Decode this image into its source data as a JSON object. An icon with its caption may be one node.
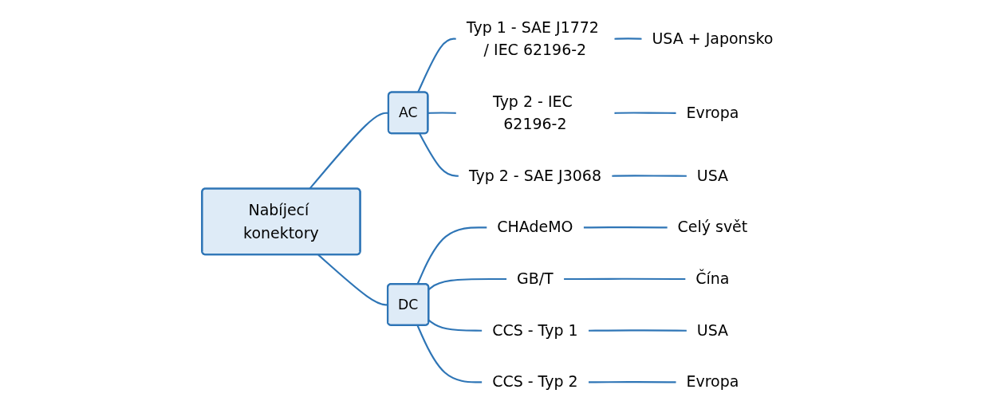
{
  "diagram": {
    "nodes": [
      {
        "text": [
          "Nabíjecí konektory"
        ]
      },
      {
        "text": [
          "AC"
        ]
      },
      {
        "text": [
          "Typ 1 - SAE J1772 / IEC 62196-2"
        ]
      },
      {
        "text": [
          "USA + Japonsko"
        ]
      },
      {
        "text": [
          "Typ 2 - IEC 62196-2"
        ]
      },
      {
        "text": [
          "Evropa"
        ]
      },
      {
        "text": [
          "Typ 2 - SAE J3068"
        ]
      },
      {
        "text": [
          "USA"
        ]
      },
      {
        "text": [
          "DC"
        ]
      },
      {
        "text": [
          "CHAdeMO"
        ]
      },
      {
        "text": [
          "Celý svět"
        ]
      },
      {
        "text": [
          "GB/T"
        ]
      },
      {
        "text": [
          "Čína"
        ]
      },
      {
        "text": [
          "CCS - Typ 1"
        ]
      },
      {
        "text": [
          "USA"
        ]
      },
      {
        "text": [
          "CCS - Typ 2"
        ]
      },
      {
        "text": [
          "Evropa"
        ]
      }
    ],
    "edges": [
      {
        "from": 0,
        "to": 1,
        "arrow": "none"
      },
      {
        "from": 1,
        "to": 2,
        "arrow": "none"
      },
      {
        "from": 2,
        "to": 3,
        "arrow": "none"
      },
      {
        "from": 1,
        "to": 4,
        "arrow": "none"
      },
      {
        "from": 4,
        "to": 5,
        "arrow": "none"
      },
      {
        "from": 1,
        "to": 6,
        "arrow": "none"
      },
      {
        "from": 6,
        "to": 7,
        "arrow": "none"
      },
      {
        "from": 0,
        "to": 8,
        "arrow": "none"
      },
      {
        "from": 8,
        "to": 9,
        "arrow": "none"
      },
      {
        "from": 9,
        "to": 10,
        "arrow": "none"
      },
      {
        "from": 8,
        "to": 11,
        "arrow": "none"
      },
      {
        "from": 11,
        "to": 12,
        "arrow": "none"
      },
      {
        "from": 8,
        "to": 13,
        "arrow": "none"
      },
      {
        "from": 13,
        "to": 14,
        "arrow": "none"
      },
      {
        "from": 8,
        "to": 15,
        "arrow": "none"
      },
      {
        "from": 15,
        "to": 16,
        "arrow": "none"
      }
    ]
  }
}
